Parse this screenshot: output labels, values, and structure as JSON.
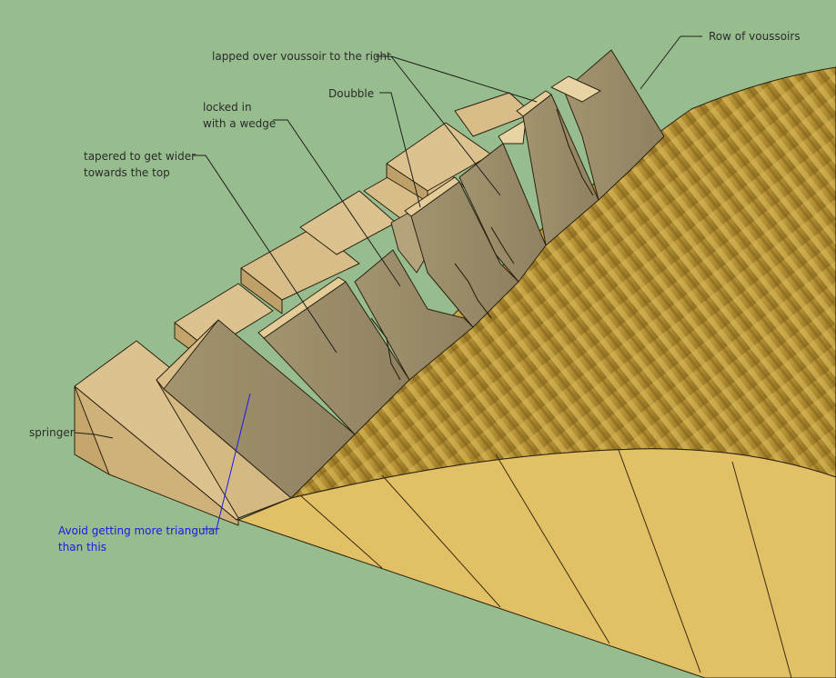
{
  "diagram": {
    "labels": {
      "row_of_voussoirs": "Row of voussoirs",
      "lapped_over": "lapped over voussoir to the right",
      "doubble": "Doubble",
      "locked_in_line1": "locked in",
      "locked_in_line2": "with a wedge",
      "tapered_line1": "tapered to get wider",
      "tapered_line2": "towards the top",
      "springer": "springer",
      "avoid_line1": "Avoid getting more triangular",
      "avoid_line2": "than this"
    },
    "colors": {
      "background": "#97bd8e",
      "stone_top": "#dcc28e",
      "stone_side": "#c8aa6e",
      "voussoir_face": "#9c8d66",
      "centering_light": "#e2c066",
      "centering_dark": "#a8862c",
      "annotation_blue": "#1a1ae6"
    }
  }
}
